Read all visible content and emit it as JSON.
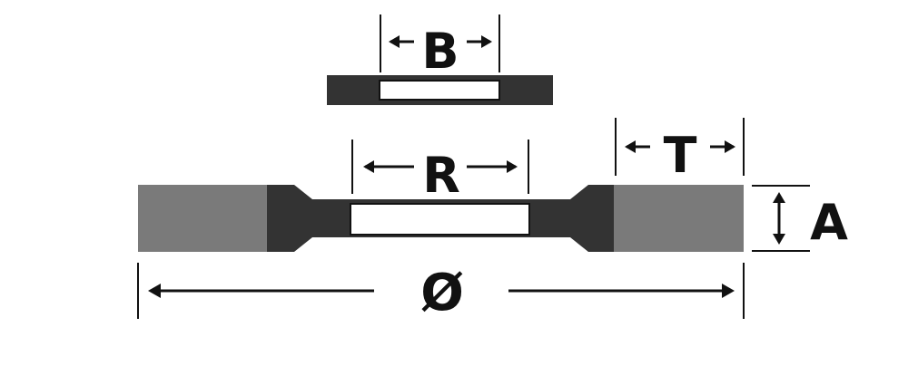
{
  "labels": {
    "hub_width": "B",
    "bore": "R",
    "tread_width": "T",
    "tire_height": "A",
    "diameter": "Ø"
  },
  "colors": {
    "hub": "#333333",
    "tire": "#7a7a7a",
    "bore": "#ffffff",
    "line": "#111111",
    "outline": "#111111"
  }
}
